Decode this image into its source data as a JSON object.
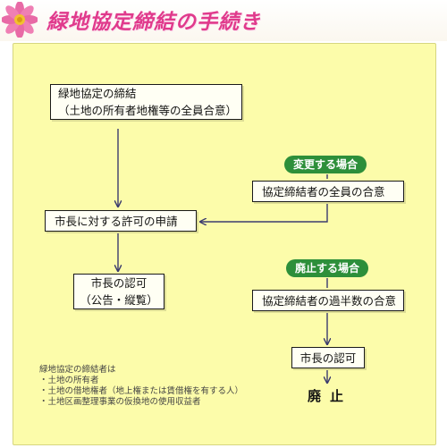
{
  "header": {
    "title": "緑地協定締結の手続き",
    "accent_color": "#e03a8c",
    "icon": "flower-icon"
  },
  "colors": {
    "panel": "#fcfcaa",
    "pill": "#2d8f3a"
  },
  "flow": {
    "conclusion": {
      "line1": "緑地協定の締結",
      "line2": "（土地の所有者地権等の全員合意）"
    },
    "application": "市長に対する許可の申請",
    "approval": {
      "line1": "市長の認可",
      "line2": "（公告・縦覧）"
    },
    "change_label": "変更する場合",
    "change_step": "協定締結者の全員の合意",
    "abolish_label": "廃止する場合",
    "abolish_step": "協定締結者の過半数の合意",
    "abolish_approval": "市長の認可",
    "final": "廃止"
  },
  "notes": {
    "heading": "緑地協定の締結者は",
    "items": [
      "・土地の所有者",
      "・土地の借地権者（地上権または賃借権を有する人）",
      "・土地区画整理事業の仮換地の使用収益者"
    ]
  }
}
